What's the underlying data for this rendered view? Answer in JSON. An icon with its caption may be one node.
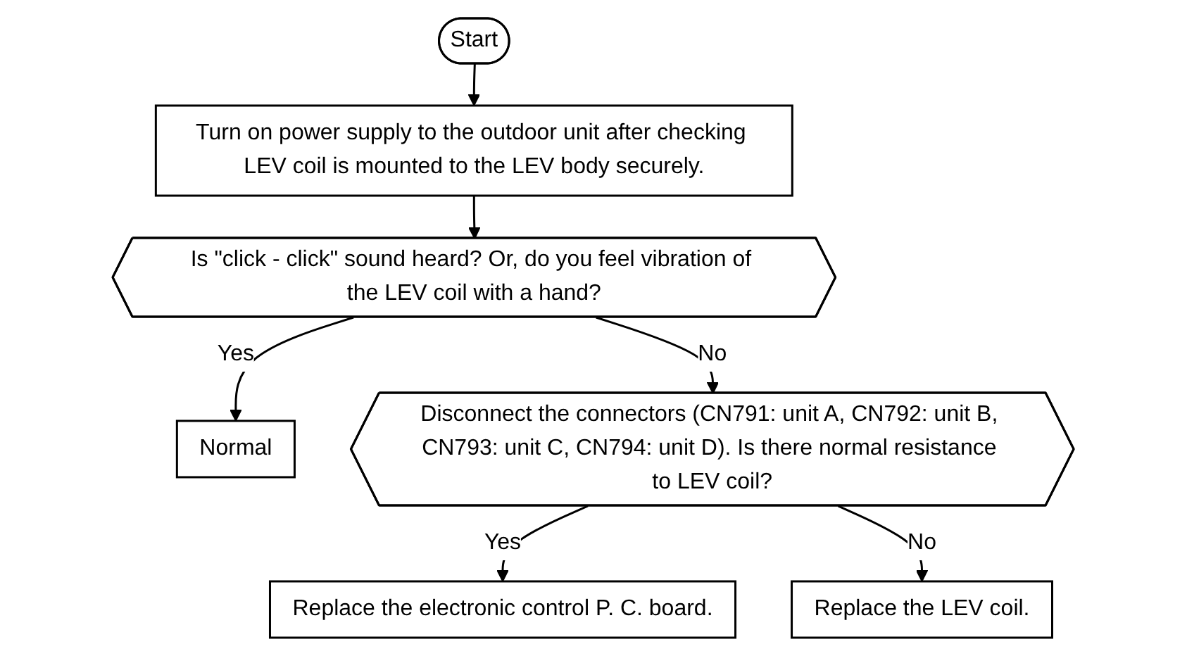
{
  "diagram": {
    "nodes": [
      {
        "text": [
          "Start"
        ]
      },
      {
        "text": [
          "Turn on power supply to the outdoor unit after checking LEV coil is mounted to the LEV body securely."
        ]
      },
      {
        "text": [
          "Is \"click - click\" sound heard? Or, do you feel vibration of the LEV coil with a hand?"
        ]
      },
      {
        "text": [
          "Normal"
        ]
      },
      {
        "text": [
          "Disconnect the connectors (CN791: unit A, CN792: unit B, CN793: unit C, CN794: unit D). Is there normal resistance to LEV coil?"
        ]
      },
      {
        "text": [
          "Replace the electronic control P. C. board."
        ]
      },
      {
        "text": [
          "Replace the LEV coil."
        ]
      }
    ],
    "edges": [
      {
        "from": 0,
        "to": 1,
        "arrow": "to"
      },
      {
        "from": 1,
        "to": 2,
        "arrow": "to"
      },
      {
        "from": 2,
        "to": 3,
        "label": "Yes",
        "arrow": "to"
      },
      {
        "from": 2,
        "to": 4,
        "label": "No",
        "arrow": "to"
      },
      {
        "from": 4,
        "to": 5,
        "label": "Yes",
        "arrow": "to"
      },
      {
        "from": 4,
        "to": 6,
        "label": "No",
        "arrow": "to"
      }
    ]
  }
}
